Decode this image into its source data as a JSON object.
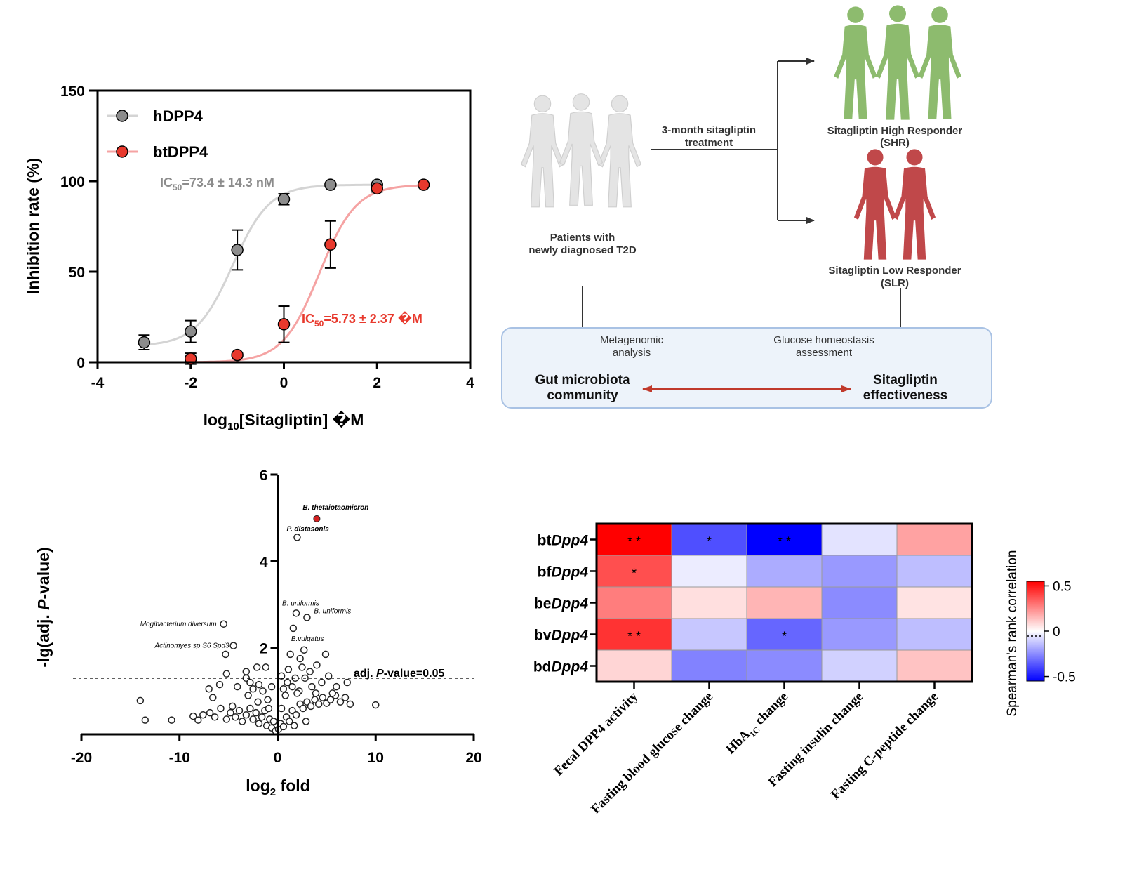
{
  "chart_data": [
    {
      "type": "line",
      "panel": "dose-response",
      "xlabel_pre": "log",
      "xlabel_sub": "10",
      "xlabel_post": "[Sitagliptin] �M",
      "ylabel": "Inhibition rate (%)",
      "xlim": [
        -4,
        4
      ],
      "ylim": [
        0,
        150
      ],
      "xticks": [
        -4,
        -2,
        0,
        2,
        4
      ],
      "yticks": [
        0,
        50,
        100,
        150
      ],
      "legend_position": "top-left",
      "series": [
        {
          "name": "hDPP4",
          "color": "#8c8c8c",
          "line_color": "#d4d4d4",
          "x": [
            -3,
            -2,
            -1,
            0,
            1,
            2
          ],
          "y": [
            11,
            17,
            62,
            90,
            98,
            98
          ],
          "err": [
            4,
            6,
            11,
            3,
            1,
            1
          ],
          "ic50_log": -1.1,
          "ic50_pre": "IC",
          "ic50_sub": "50",
          "ic50_post": "=73.4 ± 14.3 nM"
        },
        {
          "name": "btDPP4",
          "color": "#e8392d",
          "line_color": "#f5a3a3",
          "x": [
            -2,
            -1,
            0,
            1,
            2,
            3
          ],
          "y": [
            2,
            4,
            21,
            65,
            96,
            98
          ],
          "err": [
            3,
            1,
            10,
            13,
            2,
            1
          ],
          "ic50_log": 0.76,
          "ic50_pre": "IC",
          "ic50_sub": "50",
          "ic50_post": "=5.73 ± 2.37 �M"
        }
      ]
    },
    {
      "type": "scatter",
      "panel": "volcano",
      "xlabel_pre": "log",
      "xlabel_sub": "2",
      "xlabel_post": " fold",
      "ylabel_pre": "-lg(adj. ",
      "ylabel_it": "P",
      "ylabel_post": "-value)",
      "xlim": [
        -20,
        20
      ],
      "ylim": [
        0,
        6
      ],
      "xticks": [
        -20,
        -10,
        0,
        10,
        20
      ],
      "yticks": [
        2,
        4,
        6
      ],
      "threshold_y": 1.3,
      "threshold_label_pre": "adj. ",
      "threshold_label_it": "P",
      "threshold_label_post": "-value=0.05",
      "highlight": {
        "x": 4.0,
        "y": 4.98,
        "color": "#d42020"
      },
      "labels": [
        {
          "text": "B. thetaiotaomicron",
          "x": 4.0,
          "y": 4.98
        },
        {
          "text": "P. distasonis",
          "x": 2.0,
          "y": 4.55
        },
        {
          "text": "B. uniformis",
          "x": 1.9,
          "y": 2.8
        },
        {
          "text": "B. uniformis",
          "x": 3.0,
          "y": 2.7
        },
        {
          "text": "Mogibacterium diversum",
          "x": -5.5,
          "y": 2.55
        },
        {
          "text": "Actinomyes sp S6 Spd3",
          "x": -4.5,
          "y": 2.05
        },
        {
          "text": "B.vulgatus",
          "x": 1.6,
          "y": 2.45
        }
      ],
      "points": [
        [
          2.0,
          4.55
        ],
        [
          1.9,
          2.8
        ],
        [
          3.0,
          2.7
        ],
        [
          -5.5,
          2.55
        ],
        [
          1.6,
          2.45
        ],
        [
          -4.5,
          2.05
        ],
        [
          -5.3,
          1.85
        ],
        [
          1.3,
          1.85
        ],
        [
          2.7,
          1.95
        ],
        [
          4.9,
          1.85
        ],
        [
          2.3,
          1.75
        ],
        [
          4.0,
          1.6
        ],
        [
          -5.2,
          1.4
        ],
        [
          -3.2,
          1.45
        ],
        [
          -2.1,
          1.55
        ],
        [
          -1.2,
          1.55
        ],
        [
          1.1,
          1.5
        ],
        [
          2.5,
          1.55
        ],
        [
          3.3,
          1.45
        ],
        [
          0.4,
          1.35
        ],
        [
          -3.2,
          1.3
        ],
        [
          -2.8,
          1.2
        ],
        [
          -1.9,
          1.15
        ],
        [
          1.0,
          1.2
        ],
        [
          1.8,
          1.3
        ],
        [
          2.8,
          1.3
        ],
        [
          5.2,
          1.35
        ],
        [
          -7.0,
          1.05
        ],
        [
          -5.9,
          1.15
        ],
        [
          -4.1,
          1.1
        ],
        [
          -2.5,
          1.05
        ],
        [
          -1.5,
          1.0
        ],
        [
          -0.6,
          1.1
        ],
        [
          0.6,
          1.05
        ],
        [
          1.5,
          1.1
        ],
        [
          2.2,
          1.0
        ],
        [
          3.5,
          1.1
        ],
        [
          4.5,
          1.2
        ],
        [
          6.0,
          1.1
        ],
        [
          7.1,
          1.2
        ],
        [
          -14.0,
          0.78
        ],
        [
          -13.5,
          0.33
        ],
        [
          -10.8,
          0.33
        ],
        [
          -8.1,
          0.33
        ],
        [
          -7.6,
          0.45
        ],
        [
          -6.9,
          0.5
        ],
        [
          -6.4,
          0.4
        ],
        [
          -5.8,
          0.6
        ],
        [
          -5.2,
          0.35
        ],
        [
          -4.8,
          0.5
        ],
        [
          -4.3,
          0.4
        ],
        [
          -3.9,
          0.55
        ],
        [
          -3.6,
          0.3
        ],
        [
          -3.2,
          0.45
        ],
        [
          -2.8,
          0.6
        ],
        [
          -2.5,
          0.35
        ],
        [
          -2.2,
          0.5
        ],
        [
          -1.9,
          0.25
        ],
        [
          -1.6,
          0.4
        ],
        [
          -1.3,
          0.55
        ],
        [
          -1.1,
          0.2
        ],
        [
          -0.8,
          0.35
        ],
        [
          -0.6,
          0.15
        ],
        [
          -0.4,
          0.3
        ],
        [
          -0.2,
          0.08
        ],
        [
          0.1,
          0.12
        ],
        [
          0.3,
          0.25
        ],
        [
          0.6,
          0.18
        ],
        [
          0.9,
          0.4
        ],
        [
          1.2,
          0.3
        ],
        [
          1.5,
          0.55
        ],
        [
          1.9,
          0.45
        ],
        [
          2.3,
          0.7
        ],
        [
          2.6,
          0.6
        ],
        [
          3.0,
          0.75
        ],
        [
          3.4,
          0.65
        ],
        [
          3.8,
          0.8
        ],
        [
          4.2,
          0.7
        ],
        [
          4.6,
          0.85
        ],
        [
          5.0,
          0.72
        ],
        [
          5.4,
          0.8
        ],
        [
          5.9,
          0.9
        ],
        [
          6.4,
          0.75
        ],
        [
          6.9,
          0.85
        ],
        [
          7.4,
          0.7
        ],
        [
          10.0,
          0.68
        ],
        [
          -6.6,
          0.85
        ],
        [
          -3.0,
          0.9
        ],
        [
          -1.0,
          0.8
        ],
        [
          0.8,
          0.9
        ],
        [
          2.0,
          0.95
        ],
        [
          3.9,
          0.95
        ],
        [
          5.6,
          0.95
        ],
        [
          -8.6,
          0.42
        ],
        [
          -4.6,
          0.65
        ],
        [
          -2.0,
          0.75
        ],
        [
          0.4,
          0.6
        ],
        [
          1.7,
          0.2
        ],
        [
          2.9,
          0.3
        ],
        [
          -0.9,
          0.6
        ]
      ]
    },
    {
      "type": "heatmap",
      "panel": "correlation",
      "row_prefixes": [
        "bt",
        "bf",
        "be",
        "bv",
        "bd"
      ],
      "row_suffix": "Dpp4",
      "columns": [
        "Fecal DPP4 activity",
        "Fasting blood glucose change",
        "HbA",
        "Fasting insulin change",
        "Fasting C-peptide change"
      ],
      "hba_sub": "1C",
      "hba_post": " change",
      "values": [
        [
          0.55,
          -0.38,
          -0.55,
          -0.06,
          0.2
        ],
        [
          0.38,
          -0.04,
          -0.18,
          -0.22,
          -0.14
        ],
        [
          0.28,
          0.07,
          0.16,
          -0.25,
          0.06
        ],
        [
          0.44,
          -0.12,
          -0.33,
          -0.22,
          -0.14
        ],
        [
          0.09,
          -0.27,
          -0.25,
          -0.1,
          0.13
        ]
      ],
      "stars": [
        [
          "**",
          "*",
          "**",
          "",
          ""
        ],
        [
          "*",
          "",
          "",
          "",
          ""
        ],
        [
          "",
          "",
          "",
          "",
          ""
        ],
        [
          "**",
          "",
          "*",
          "",
          ""
        ],
        [
          "",
          "",
          "",
          "",
          ""
        ]
      ],
      "colorbar_label": "Spearman's rank correlation",
      "colorbar_ticks": [
        "0.5",
        "0",
        "-0.5"
      ],
      "colorbar_range": [
        -0.55,
        0.55
      ],
      "colors": {
        "high": "#ff0000",
        "mid": "#ffffff",
        "low": "#0000ff"
      }
    }
  ],
  "diagram": {
    "treatment_line1": "3-month sitagliptin",
    "treatment_line2": "treatment",
    "patients_line1": "Patients with",
    "patients_line2": "newly diagnosed T2D",
    "high_line1": "Sitagliptin High Responder",
    "high_line2": "(SHR)",
    "low_line1": "Sitagliptin Low Responder",
    "low_line2": "(SLR)",
    "metagenomic_line1": "Metagenomic",
    "metagenomic_line2": "analysis",
    "glucose_line1": "Glucose homeostasis",
    "glucose_line2": "assessment",
    "gut_line1": "Gut microbiota",
    "gut_line2": "community",
    "eff_line1": "Sitagliptin",
    "eff_line2": "effectiveness",
    "colors": {
      "patients": "#e4e4e4",
      "high": "#8dbb6e",
      "low": "#c0484a",
      "box_fill": "#edf3fa",
      "box_border": "#a9c2e4",
      "double_arrow": "#c0392b"
    }
  }
}
